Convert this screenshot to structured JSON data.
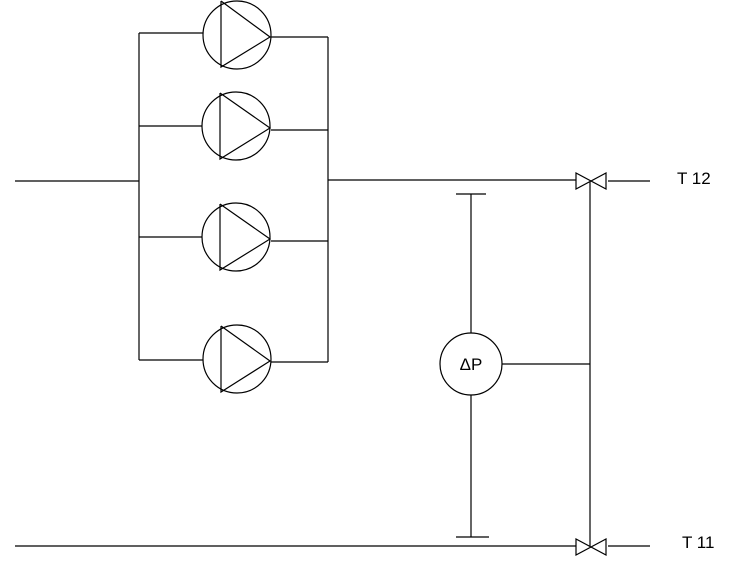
{
  "labels": {
    "supply_outlet": "T 12",
    "return_line": "T 11",
    "differential_pressure_gauge": "ΔP"
  },
  "components": {
    "pumps": [
      "pump",
      "pump",
      "pump",
      "pump"
    ],
    "valves": [
      "gate-valve",
      "gate-valve"
    ],
    "instruments": [
      "differential-pressure-gauge"
    ]
  }
}
